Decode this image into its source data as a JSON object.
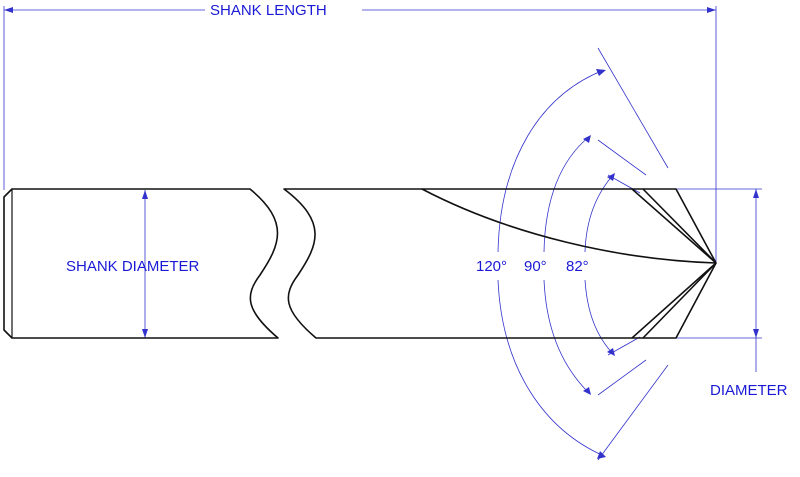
{
  "labels": {
    "shank_length": "SHANK LENGTH",
    "shank_diameter": "SHANK DIAMETER",
    "diameter": "DIAMETER",
    "angles": [
      "120°",
      "90°",
      "82°"
    ]
  },
  "colors": {
    "outline": "#111111",
    "dimension": "#3333cc",
    "label": "#1a1ad6"
  }
}
